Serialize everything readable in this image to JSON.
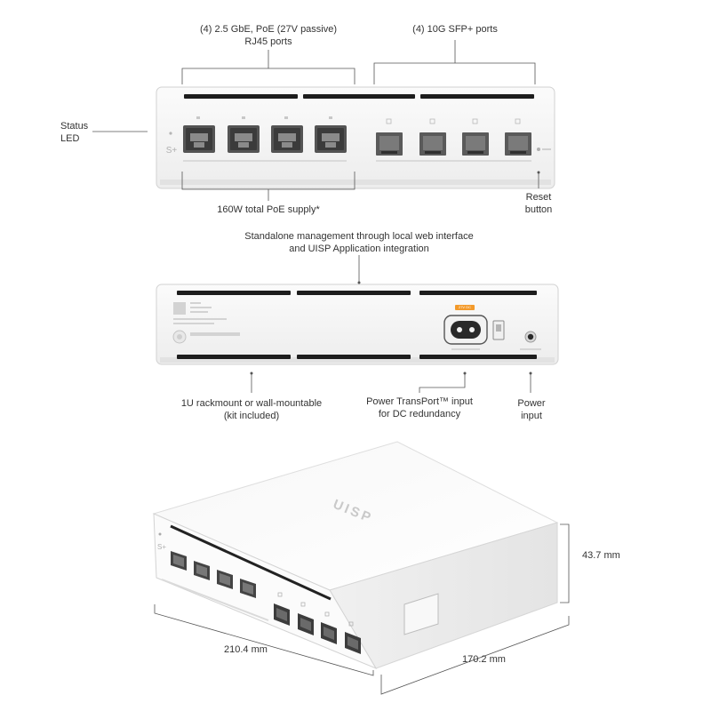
{
  "front_view": {
    "callout_rj45": "(4) 2.5 GbE, PoE (27V passive)",
    "callout_rj45_line2": "RJ45 ports",
    "callout_sfp": "(4) 10G SFP+ ports",
    "callout_status_led": "Status",
    "callout_status_led_line2": "LED",
    "callout_poe_budget": "160W total PoE supply*",
    "callout_reset": "Reset",
    "callout_reset_line2": "button",
    "device_logo": "S+"
  },
  "rear_view": {
    "callout_management": "Standalone management through local web interface",
    "callout_management_line2": "and UISP Application integration",
    "callout_rackmount": "1U rackmount or wall-mountable",
    "callout_rackmount_line2": "(kit included)",
    "callout_transport": "Power TransPort™ input",
    "callout_transport_line2": "for DC redundancy",
    "callout_power": "Power",
    "callout_power_line2": "input",
    "transport_badge": "27V DC"
  },
  "iso_view": {
    "brand_logo": "UISP",
    "dim_height": "43.7 mm",
    "dim_width": "210.4 mm",
    "dim_depth": "170.2 mm"
  }
}
